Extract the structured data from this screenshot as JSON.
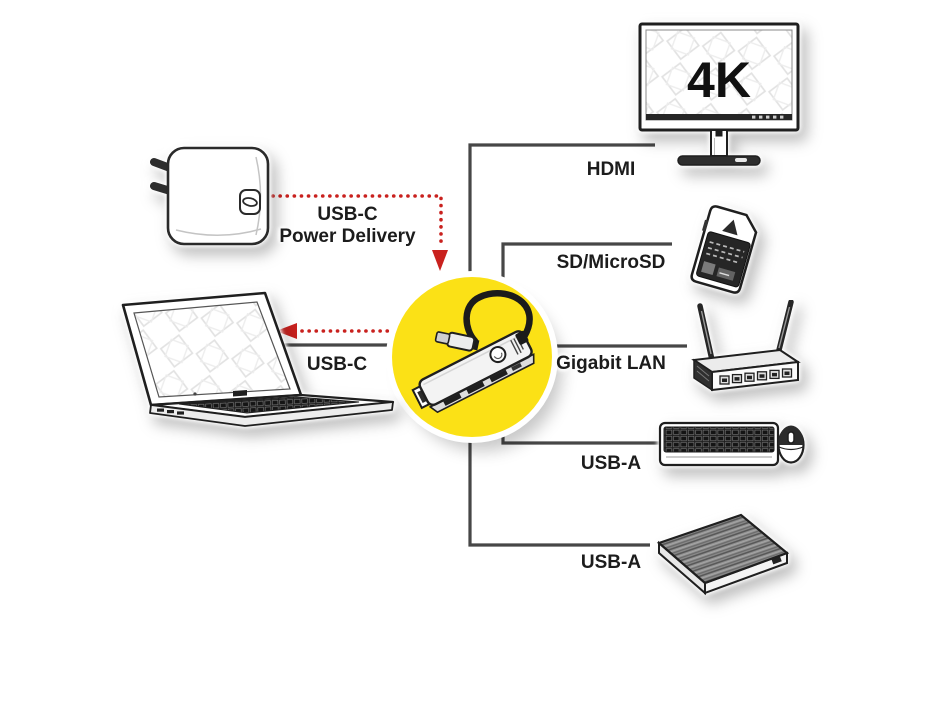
{
  "diagram_type": "usb-c-hub-connectivity",
  "labels": {
    "power_line1": "USB-C",
    "power_line2": "Power Delivery",
    "usbc_laptop": "USB-C",
    "hdmi": "HDMI",
    "sd": "SD/MicroSD",
    "lan": "Gigabit LAN",
    "usba_keyboard": "USB-A",
    "usba_drive": "USB-A"
  },
  "monitor": {
    "badge": "4K"
  },
  "icons": {
    "hub": "usb-c-multiport-hub",
    "power_adapter": "usb-c-power-adapter",
    "laptop": "laptop",
    "monitor": "4k-monitor",
    "sd_card": "sd-memory-card",
    "router": "gigabit-lan-router",
    "keyboard_mouse": "keyboard-and-mouse",
    "hdd": "external-hard-drive"
  },
  "connections": [
    {
      "device": "power-adapter",
      "label": "USB-C Power Delivery",
      "line_style": "dotted-red-arrow-into-hub"
    },
    {
      "device": "laptop",
      "label": "USB-C",
      "line_style": "solid-gray-plus-dotted-red-arrow-to-laptop"
    },
    {
      "device": "4k-monitor",
      "label": "HDMI",
      "line_style": "solid-gray"
    },
    {
      "device": "sd-memory-card",
      "label": "SD/MicroSD",
      "line_style": "solid-gray"
    },
    {
      "device": "gigabit-lan-router",
      "label": "Gigabit LAN",
      "line_style": "solid-gray"
    },
    {
      "device": "keyboard-and-mouse",
      "label": "USB-A",
      "line_style": "solid-gray"
    },
    {
      "device": "external-hard-drive",
      "label": "USB-A",
      "line_style": "solid-gray"
    }
  ],
  "colors": {
    "background": "#ffffff",
    "hub_circle_yellow": "#FBE116",
    "line_gray": "#474747",
    "dotted_red": "#C9211E",
    "label_text": "#1C1C1C"
  }
}
